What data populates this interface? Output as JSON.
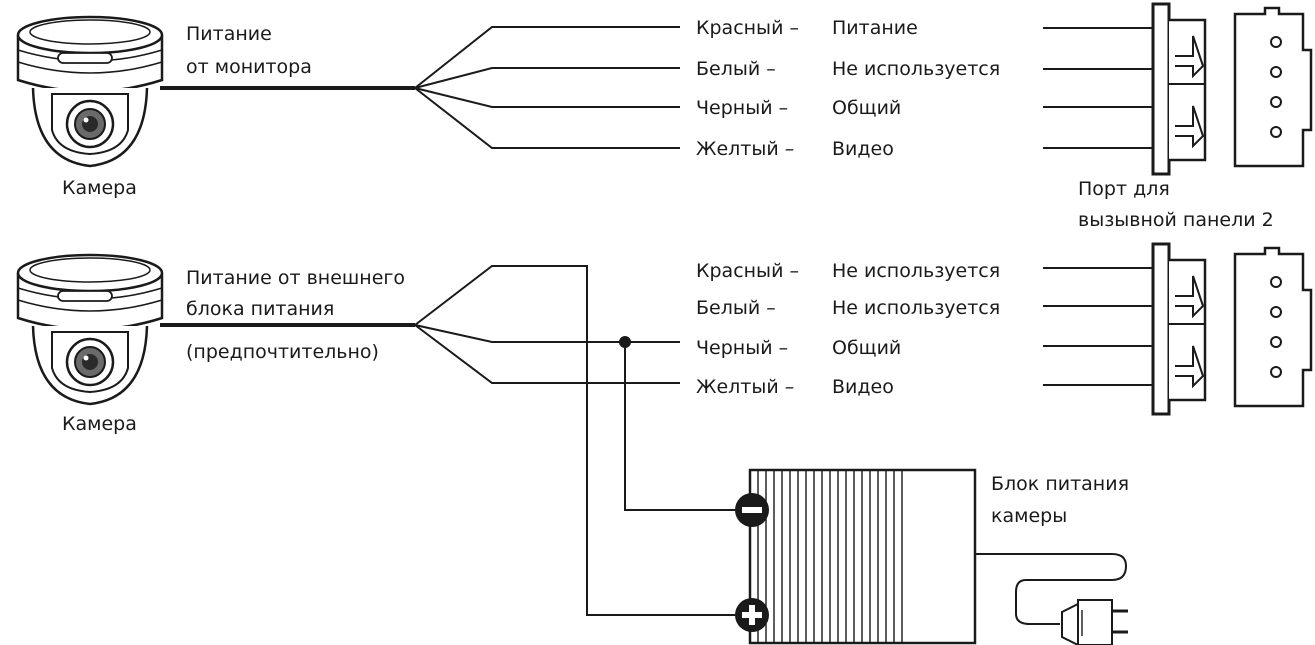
{
  "camera_1": {
    "caption": "Камера",
    "power_note": [
      "Питание",
      "от монитора"
    ]
  },
  "camera_2": {
    "caption": "Камера",
    "power_note": [
      "Питание от внешнего",
      "блока питания",
      "(предпочтительно)"
    ]
  },
  "wiring_1": [
    {
      "color": "Красный –",
      "function": "Питание"
    },
    {
      "color": "Белый –",
      "function": "Не используется"
    },
    {
      "color": "Черный –",
      "function": "Общий"
    },
    {
      "color": "Желтый –",
      "function": "Видео"
    }
  ],
  "wiring_2": [
    {
      "color": "Красный –",
      "function": "Не используется"
    },
    {
      "color": "Белый –",
      "function": "Не используется"
    },
    {
      "color": "Черный –",
      "function": "Общий"
    },
    {
      "color": "Желтый –",
      "function": "Видео"
    }
  ],
  "port_label": [
    "Порт для",
    "вызывной панели 2"
  ],
  "power_supply_label": [
    "Блок питания",
    "камеры"
  ],
  "colors": {
    "line": "#1a1a1a",
    "background": "#ffffff"
  },
  "icons": [
    "dome-camera-icon",
    "connector-icon",
    "power-supply-icon",
    "minus-terminal-icon",
    "plus-terminal-icon",
    "plug-icon"
  ]
}
